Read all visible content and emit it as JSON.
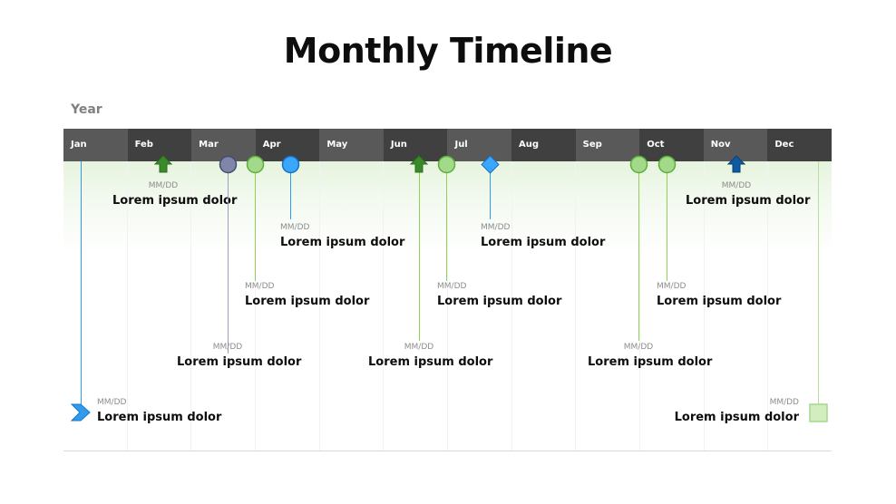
{
  "title": "Monthly Timeline",
  "year_label": "Year",
  "months": [
    "Jan",
    "Feb",
    "Mar",
    "Apr",
    "May",
    "Jun",
    "Jul",
    "Aug",
    "Sep",
    "Oct",
    "Nov",
    "Dec"
  ],
  "colors": {
    "band_light": "#595959",
    "band_dark": "#404040",
    "green": "#92d050",
    "dark_green": "#3a8a2a",
    "blue": "#2e9bf0",
    "navy": "#0f5aa0",
    "slate": "#7f86a8"
  },
  "events": [
    {
      "id": "e1",
      "marker": "chevron",
      "color": "blue",
      "date": "MM/DD",
      "text": "Lorem ipsum dolor"
    },
    {
      "id": "e2",
      "marker": "arrow-up",
      "color": "dark_green",
      "date": "MM/DD",
      "text": "Lorem ipsum dolor"
    },
    {
      "id": "e3",
      "marker": "circle",
      "color": "slate",
      "date": "MM/DD",
      "text": "Lorem ipsum dolor"
    },
    {
      "id": "e4",
      "marker": "circle",
      "color": "green",
      "date": "MM/DD",
      "text": "Lorem ipsum dolor"
    },
    {
      "id": "e5",
      "marker": "circle",
      "color": "blue",
      "date": "MM/DD",
      "text": "Lorem ipsum dolor"
    },
    {
      "id": "e6",
      "marker": "arrow-up",
      "color": "dark_green",
      "date": "MM/DD",
      "text": "Lorem ipsum dolor"
    },
    {
      "id": "e7",
      "marker": "circle",
      "color": "green",
      "date": "MM/DD",
      "text": "Lorem ipsum dolor"
    },
    {
      "id": "e8",
      "marker": "diamond",
      "color": "blue",
      "date": "MM/DD",
      "text": "Lorem ipsum dolor"
    },
    {
      "id": "e9",
      "marker": "circle",
      "color": "green",
      "date": "MM/DD",
      "text": "Lorem ipsum dolor"
    },
    {
      "id": "e10",
      "marker": "circle",
      "color": "green",
      "date": "MM/DD",
      "text": "Lorem ipsum dolor"
    },
    {
      "id": "e11",
      "marker": "arrow-up",
      "color": "navy",
      "date": "MM/DD",
      "text": "Lorem ipsum dolor"
    },
    {
      "id": "e12",
      "marker": "square",
      "color": "green",
      "date": "MM/DD",
      "text": "Lorem ipsum dolor"
    }
  ]
}
